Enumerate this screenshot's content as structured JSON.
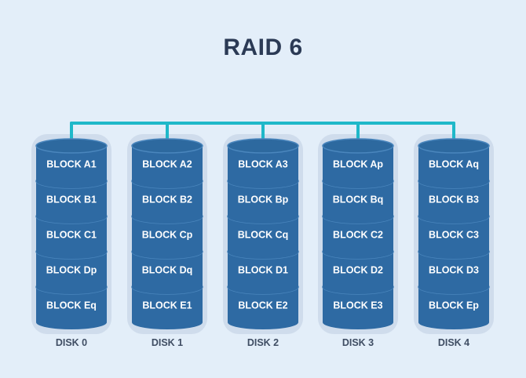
{
  "title": "RAID 6",
  "colors": {
    "background": "#e3eef9",
    "connector": "#1fb8c9",
    "disk_body": "#2e6aa3",
    "disk_top": "#2d699f",
    "disk_rim": "#4a86bd",
    "disk_halo": "#cfdcec",
    "text": "#ffffff",
    "disk_label": "#3f4d63"
  },
  "disks": [
    {
      "label": "DISK 0",
      "blocks": [
        "BLOCK A1",
        "BLOCK B1",
        "BLOCK C1",
        "BLOCK Dp",
        "BLOCK Eq"
      ]
    },
    {
      "label": "DISK 1",
      "blocks": [
        "BLOCK A2",
        "BLOCK B2",
        "BLOCK Cp",
        "BLOCK Dq",
        "BLOCK E1"
      ]
    },
    {
      "label": "DISK 2",
      "blocks": [
        "BLOCK A3",
        "BLOCK Bp",
        "BLOCK Cq",
        "BLOCK D1",
        "BLOCK E2"
      ]
    },
    {
      "label": "DISK 3",
      "blocks": [
        "BLOCK Ap",
        "BLOCK Bq",
        "BLOCK C2",
        "BLOCK D2",
        "BLOCK E3"
      ]
    },
    {
      "label": "DISK 4",
      "blocks": [
        "BLOCK Aq",
        "BLOCK B3",
        "BLOCK C3",
        "BLOCK D3",
        "BLOCK Ep"
      ]
    }
  ]
}
